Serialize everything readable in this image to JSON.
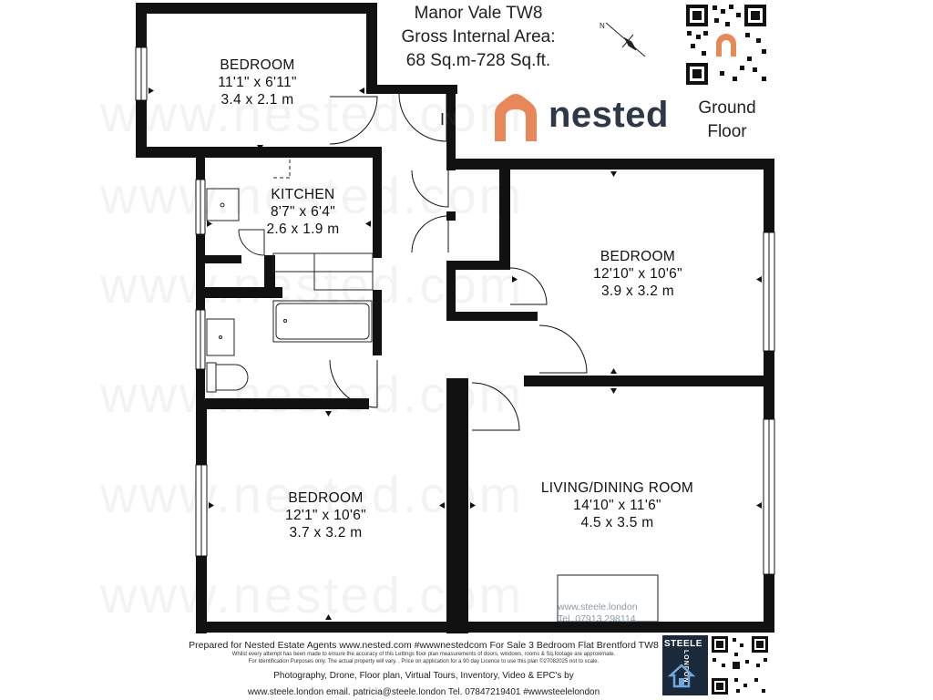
{
  "header": {
    "title_line1": "Manor Vale TW8",
    "title_line2": "Gross Internal Area:",
    "title_line3": "68 Sq.m-728 Sq.ft."
  },
  "floor_label_line1": "Ground",
  "floor_label_line2": "Floor",
  "entrance_label": "IN",
  "brand": {
    "name": "nested",
    "text_color": "#2f3848",
    "accent": "#e8875a"
  },
  "rooms": {
    "bedroom_top": {
      "name": "BEDROOM",
      "imperial": "11'1\" x 6'11\"",
      "metric": "3.4 x 2.1 m"
    },
    "kitchen": {
      "name": "KITCHEN",
      "imperial": "8'7\" x 6'4\"",
      "metric": "2.6 x 1.9 m"
    },
    "bedroom_right": {
      "name": "BEDROOM",
      "imperial": "12'10\" x 10'6\"",
      "metric": "3.9 x 3.2 m"
    },
    "bedroom_bottom": {
      "name": "BEDROOM",
      "imperial": "12'1\" x 10'6\"",
      "metric": "3.7 x 3.2 m"
    },
    "living": {
      "name": "LIVING/DINING ROOM",
      "imperial": "14'10\" x 11'6\"",
      "metric": "4.5 x 3.5 m"
    }
  },
  "stamp": {
    "site": "www.steele.london",
    "tel": "Tel. 07913 298114"
  },
  "footer": {
    "line1": "Prepared for Nested Estate Agents www.nested.com  #wwwnestedcom For Sale 3 Bedroom Flat Brentford TW8",
    "line2": "Whilst every attempt has been made to ensure the accuracy of this Lettings floor plan measurements of doors, windows, rooms & Sq.footage are approximate.",
    "line3": "For Identification Purposes only. The actual property will vary. . Price on application for a 90 day Licence to use this plan ©27082025 not to scale.",
    "line4": "Photography, Drone, Floor plan, Virtual Tours, Inventory, Video & EPC's by",
    "line5": "www.steele.london  email. patricia@steele.london  Tel. 07847219401  #wwwsteelelondon"
  },
  "steele_logo": {
    "top": "STEELE",
    "side": "LONDON"
  },
  "watermark_text": "www.nested.com",
  "icons": {
    "compass": "compass-icon",
    "qr_top": "qr-code-icon",
    "qr_bottom": "qr-code-icon",
    "brand_logo": "house-logo-icon"
  }
}
